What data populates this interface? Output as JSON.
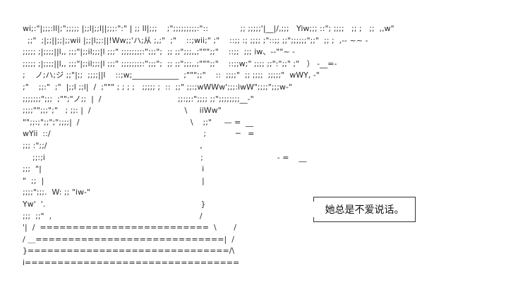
{
  "artwork": {
    "lines": [
      "wi;:\"|;;;:ll|;\";;;;; |;;l|;;l||;;;:\":\" | ;; ll|;;;    ;\";;;;;;;;;:\"::             ;; ;;;;;'|__|/,;;;   Yiw;;; ::\"; ;;;;   ;; ;   ;;  ,,w\"",
      "  ;;\"  ;|;;||;;|;;wii |;;|l;;:||!Ww;;'ハ;从 ;,;\"  ;\"    ::;wii;\" ;\"    ::;; :; ;;;; ;\"::;; ;;\";;;;;;\";;\"  ;; ;  ,-- ~~ -",
      ";;;;; ;|;;;;||l,, ;;;\"|;;il;;;|l ;;;\" ;;;;;;;;:\";;;\";  ;; ;;\";;;,,;\"\"\";;\"    ::;;  ;;; iw、--\"\"~ -",
      ";;;;; ;|;;;;||l,, ;;;\"|;;il;;;|l ;;;\" ;;;;;;;;:\";;;\";  ;; ;;\";;;,,;\"\"\";;\"    ::;;w;\" ;;;; ;;\":\";;\" ;\"   ） -__=-",
      ";    ノ;ハ;ジ ;;\"|;;  ;;;;||l    ::;w;____________  ;\"\"\";;\"    ::  ;;;;\"  ;; ;;;;  ;;;;;\"  wWY, -\"",
      ";\"    ;;:\"  ;\"  |;;l ;;l|  /  ;\"\"\" ; ; ; ;   ;;;;; ;  ::  ;;\" ;;:;wWWw';;;:iwW\";;;;\";;;w-\"",
      ";;;;;;;\";;;  ;\"\";\"ノ;;  |  /                               ;;:;;:\";;;; ;;\";;;;;;;;__-\"",
      ";;;;\"\";;;\";\"   ; ;;: |  /                                      \\     iiWw\"",
      "\"\";;:;\";;\";\";;;;|  /                                             \\    ;;\"     — =  __",
      "wYii  ::/                                                              ;            ─   =",
      ";;; :\";;/                                                              ,",
      "    ;;:;i                                                               ;                              - =    __",
      ";;;  \"|                                                                 i",
      "\"  ;;  |                                                                |",
      ";;;;\";;;.  W: ;; \"iw-\"",
      "Yw'  '.                                                               }",
      ";;;  ;;\"  ,                                                            /",
      "'|  /  ==========================  \\       /",
      "/ ＿=============================|  /",
      "}===============================/\\",
      "i================================="
    ]
  },
  "caption": {
    "text": "她总是不爱说话。"
  }
}
